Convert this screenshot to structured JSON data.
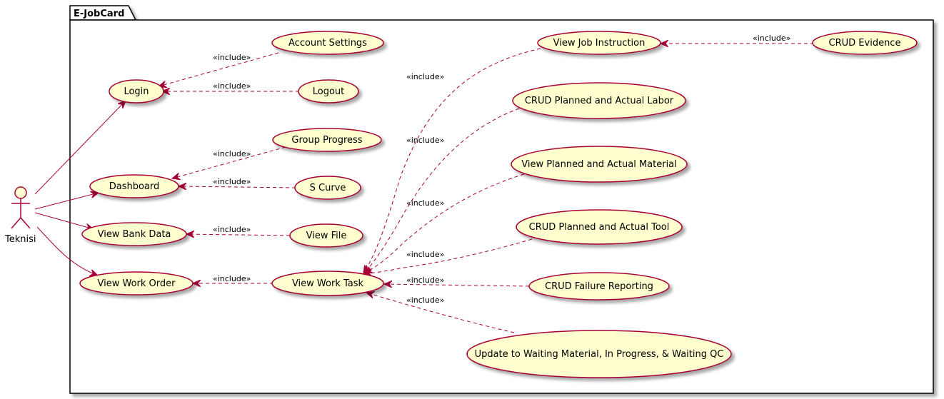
{
  "package": {
    "name": "E-JobCard"
  },
  "actor": {
    "name": "Teknisi"
  },
  "colors": {
    "usecase_fill": "#FEFECE",
    "usecase_stroke": "#A80036",
    "line": "#A80036",
    "package_fill": "#FFFFFF",
    "package_stroke": "#000000"
  },
  "usecases": [
    {
      "id": "login",
      "label": "Login"
    },
    {
      "id": "dashboard",
      "label": "Dashboard"
    },
    {
      "id": "view_bank_data",
      "label": "View Bank Data"
    },
    {
      "id": "view_work_order",
      "label": "View Work Order"
    },
    {
      "id": "account_settings",
      "label": "Account Settings"
    },
    {
      "id": "logout",
      "label": "Logout"
    },
    {
      "id": "group_progress",
      "label": "Group Progress"
    },
    {
      "id": "s_curve",
      "label": "S Curve"
    },
    {
      "id": "view_file",
      "label": "View File"
    },
    {
      "id": "view_work_task",
      "label": "View Work Task"
    },
    {
      "id": "view_job_instruction",
      "label": "View Job Instruction"
    },
    {
      "id": "crud_evidence",
      "label": "CRUD Evidence"
    },
    {
      "id": "crud_labor",
      "label": "CRUD Planned and Actual Labor"
    },
    {
      "id": "view_material",
      "label": "View Planned and Actual Material"
    },
    {
      "id": "crud_tool",
      "label": "CRUD Planned and Actual Tool"
    },
    {
      "id": "crud_failure",
      "label": "CRUD Failure Reporting"
    },
    {
      "id": "update_status",
      "label": "Update to Waiting Material, In Progress, & Waiting QC"
    }
  ],
  "associations": [
    {
      "from": "actor",
      "to": "login"
    },
    {
      "from": "actor",
      "to": "dashboard"
    },
    {
      "from": "actor",
      "to": "view_bank_data"
    },
    {
      "from": "actor",
      "to": "view_work_order"
    }
  ],
  "includes": [
    {
      "base": "login",
      "included": "account_settings",
      "label": "«include»"
    },
    {
      "base": "login",
      "included": "logout",
      "label": "«include»"
    },
    {
      "base": "dashboard",
      "included": "group_progress",
      "label": "«include»"
    },
    {
      "base": "dashboard",
      "included": "s_curve",
      "label": "«include»"
    },
    {
      "base": "view_bank_data",
      "included": "view_file",
      "label": "«include»"
    },
    {
      "base": "view_work_order",
      "included": "view_work_task",
      "label": "«include»"
    },
    {
      "base": "view_job_instruction",
      "included": "crud_evidence",
      "label": "«include»"
    },
    {
      "base": "view_work_task",
      "included": "view_job_instruction",
      "label": "«include»"
    },
    {
      "base": "view_work_task",
      "included": "crud_labor",
      "label": "«include»"
    },
    {
      "base": "view_work_task",
      "included": "view_material",
      "label": "«include»"
    },
    {
      "base": "view_work_task",
      "included": "crud_tool",
      "label": "«include»"
    },
    {
      "base": "view_work_task",
      "included": "crud_failure",
      "label": "«include»"
    },
    {
      "base": "view_work_task",
      "included": "update_status",
      "label": "«include»"
    }
  ]
}
